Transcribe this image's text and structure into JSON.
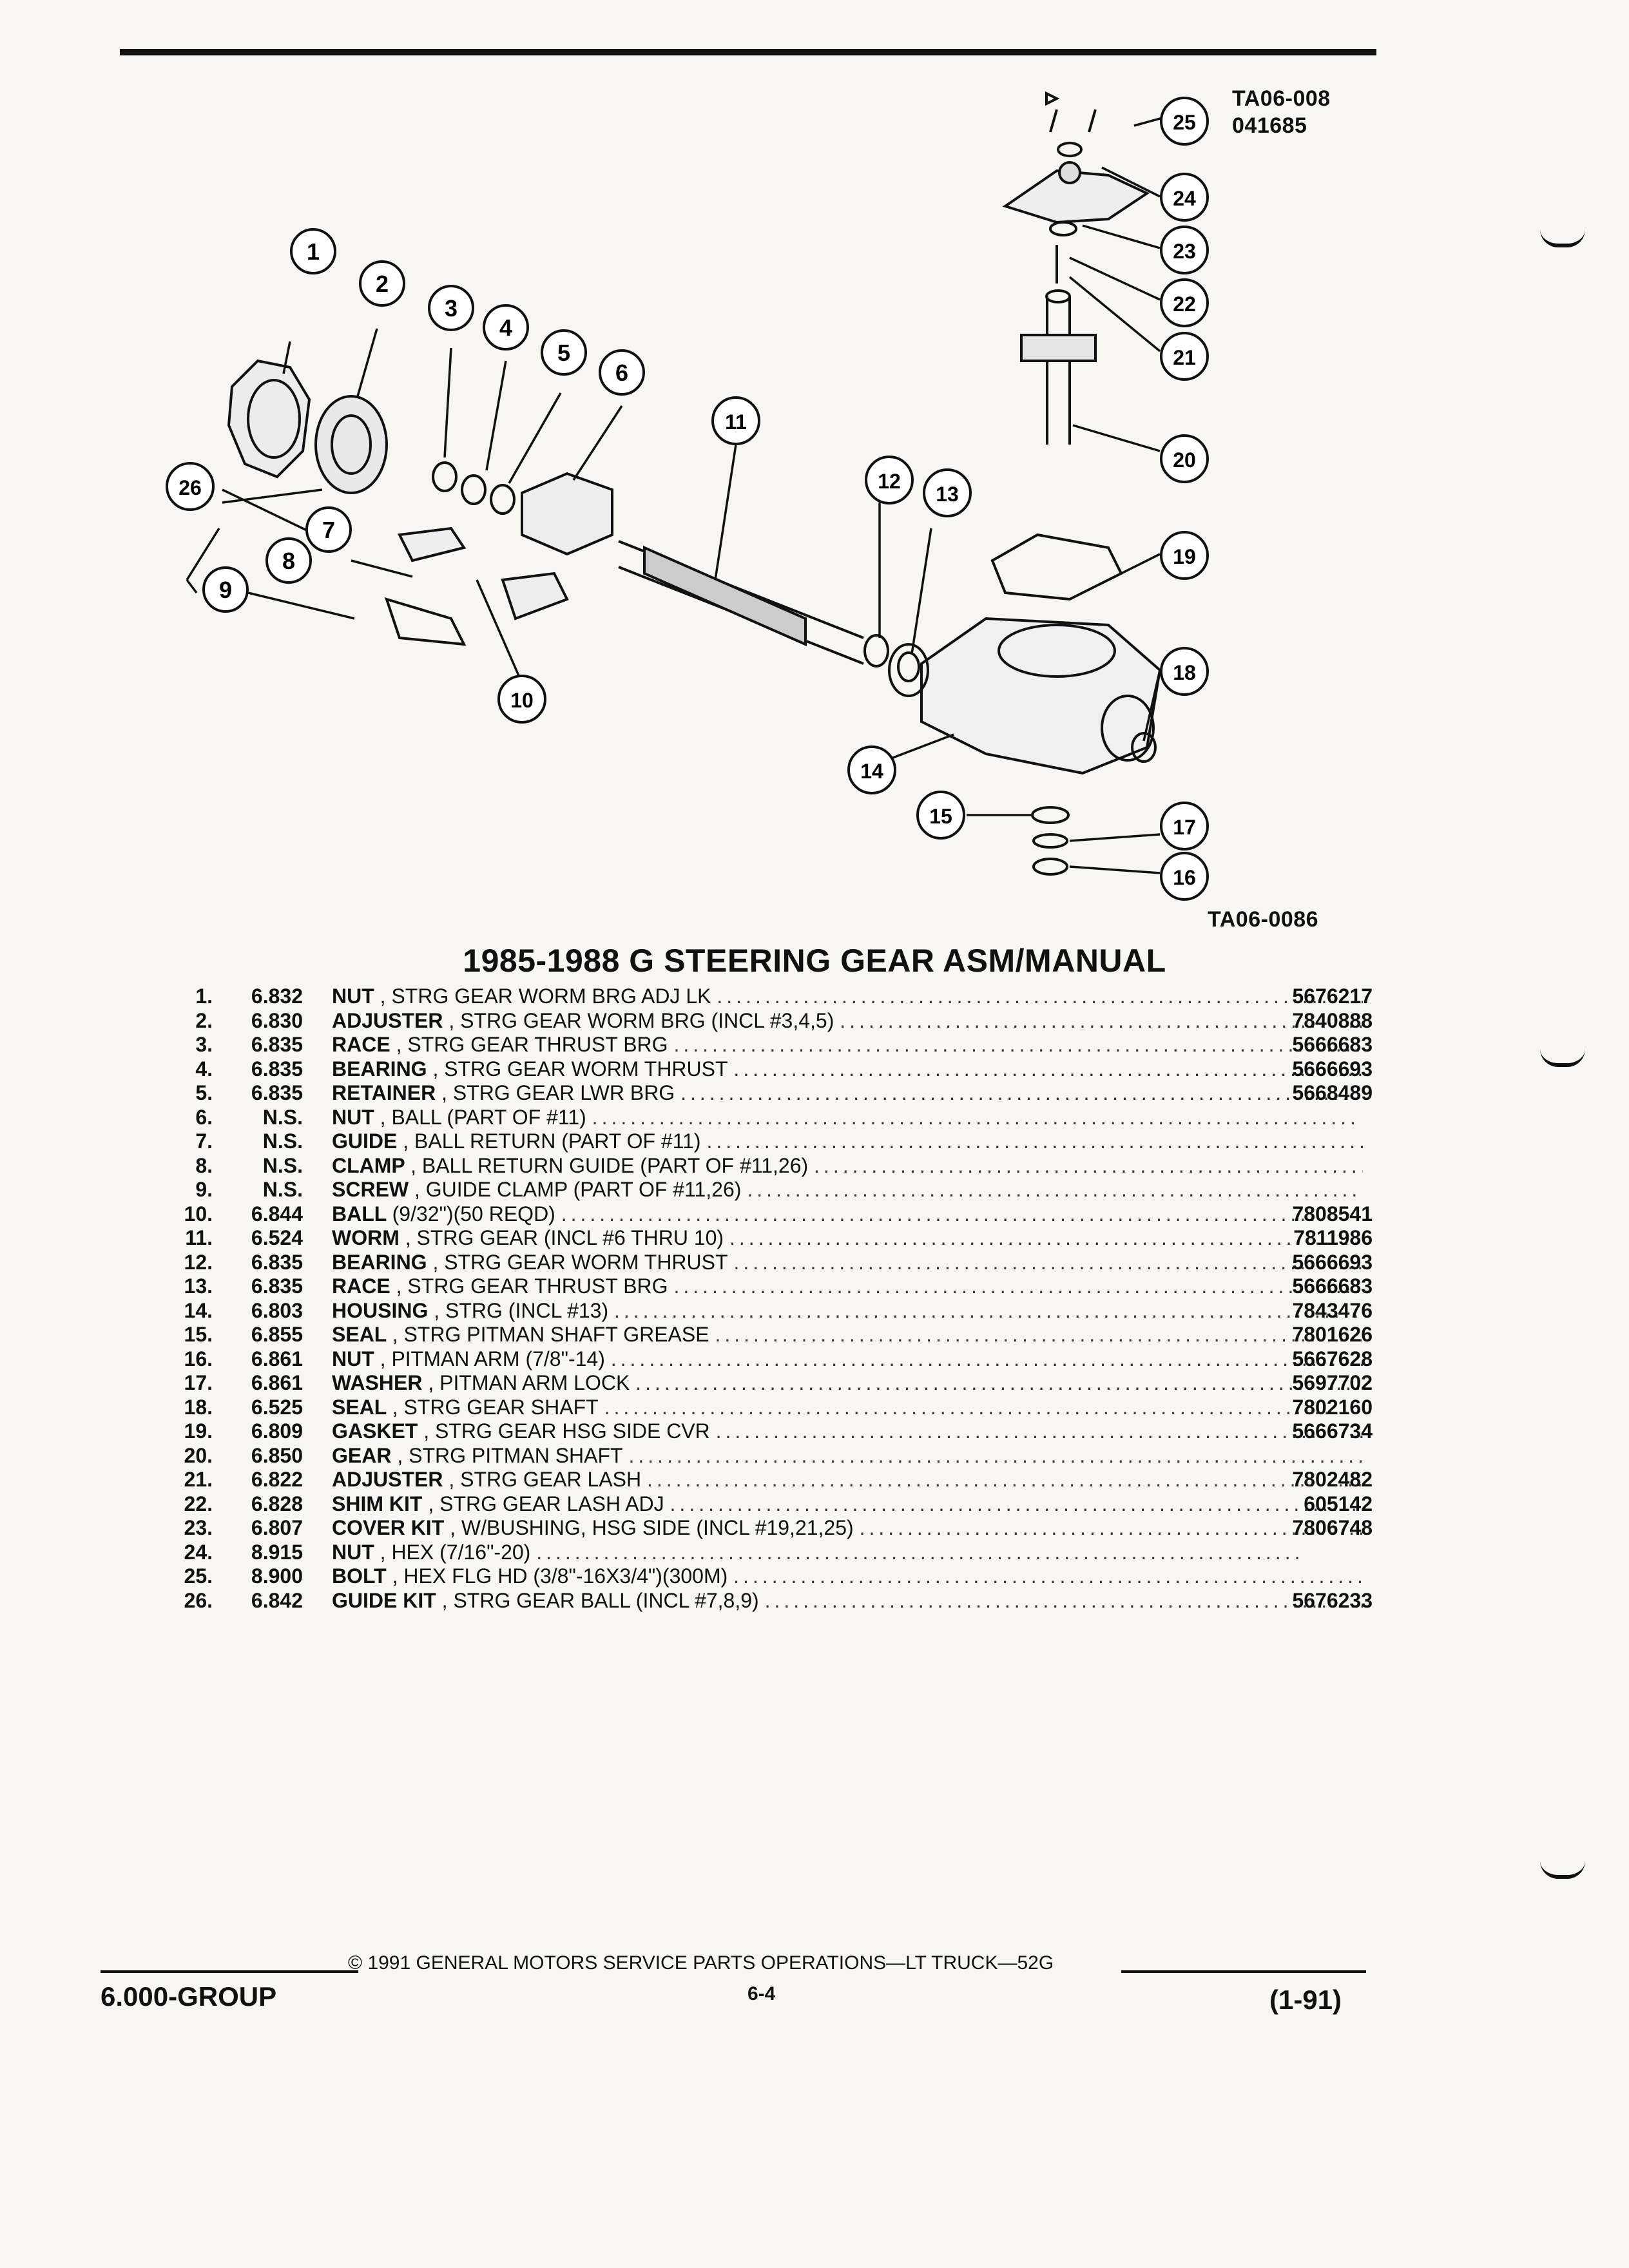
{
  "figure_codes": {
    "top_code": "TA06-008",
    "top_date": "041685",
    "bottom_code": "TA06-0086"
  },
  "title": "1985-1988 G STEERING GEAR ASM/MANUAL",
  "parts": [
    {
      "no": "1.",
      "group": "6.832",
      "name": "NUT",
      "desc": ", STRG GEAR WORM BRG ADJ LK",
      "part_no": "5676217"
    },
    {
      "no": "2.",
      "group": "6.830",
      "name": "ADJUSTER",
      "desc": ", STRG GEAR WORM BRG (INCL #3,4,5)",
      "part_no": "7840888"
    },
    {
      "no": "3.",
      "group": "6.835",
      "name": "RACE",
      "desc": ", STRG GEAR THRUST BRG",
      "part_no": "5666683"
    },
    {
      "no": "4.",
      "group": "6.835",
      "name": "BEARING",
      "desc": ", STRG GEAR WORM THRUST",
      "part_no": "5666693"
    },
    {
      "no": "5.",
      "group": "6.835",
      "name": "RETAINER",
      "desc": ", STRG GEAR LWR BRG",
      "part_no": "5668489"
    },
    {
      "no": "6.",
      "group": "N.S.",
      "name": "NUT",
      "desc": ", BALL (PART OF #11)",
      "part_no": ""
    },
    {
      "no": "7.",
      "group": "N.S.",
      "name": "GUIDE",
      "desc": ", BALL RETURN (PART OF #11)",
      "part_no": ""
    },
    {
      "no": "8.",
      "group": "N.S.",
      "name": "CLAMP",
      "desc": ", BALL RETURN GUIDE (PART OF #11,26)",
      "part_no": ""
    },
    {
      "no": "9.",
      "group": "N.S.",
      "name": "SCREW",
      "desc": ", GUIDE CLAMP (PART OF #11,26)",
      "part_no": ""
    },
    {
      "no": "10.",
      "group": "6.844",
      "name": "BALL",
      "desc": "(9/32\")(50 REQD)",
      "part_no": "7808541"
    },
    {
      "no": "11.",
      "group": "6.524",
      "name": "WORM",
      "desc": ", STRG GEAR (INCL #6 THRU 10)",
      "part_no": "7811986"
    },
    {
      "no": "12.",
      "group": "6.835",
      "name": "BEARING",
      "desc": ", STRG GEAR WORM THRUST",
      "part_no": "5666693"
    },
    {
      "no": "13.",
      "group": "6.835",
      "name": "RACE",
      "desc": ", STRG GEAR THRUST BRG",
      "part_no": "5666683"
    },
    {
      "no": "14.",
      "group": "6.803",
      "name": "HOUSING",
      "desc": ", STRG (INCL #13)",
      "part_no": "7843476"
    },
    {
      "no": "15.",
      "group": "6.855",
      "name": "SEAL",
      "desc": ", STRG PITMAN SHAFT GREASE",
      "part_no": "7801626"
    },
    {
      "no": "16.",
      "group": "6.861",
      "name": "NUT",
      "desc": ", PITMAN ARM (7/8\"-14)",
      "part_no": "5667628"
    },
    {
      "no": "17.",
      "group": "6.861",
      "name": "WASHER",
      "desc": ", PITMAN ARM LOCK",
      "part_no": "5697702"
    },
    {
      "no": "18.",
      "group": "6.525",
      "name": "SEAL",
      "desc": ", STRG GEAR SHAFT",
      "part_no": "7802160"
    },
    {
      "no": "19.",
      "group": "6.809",
      "name": "GASKET",
      "desc": ", STRG GEAR HSG SIDE CVR",
      "part_no": "5666734"
    },
    {
      "no": "20.",
      "group": "6.850",
      "name": "GEAR",
      "desc": ", STRG PITMAN SHAFT",
      "part_no": ""
    },
    {
      "no": "21.",
      "group": "6.822",
      "name": "ADJUSTER",
      "desc": ", STRG GEAR LASH",
      "part_no": "7802482"
    },
    {
      "no": "22.",
      "group": "6.828",
      "name": "SHIM KIT",
      "desc": ", STRG GEAR LASH ADJ",
      "part_no": "605142"
    },
    {
      "no": "23.",
      "group": "6.807",
      "name": "COVER KIT",
      "desc": ", W/BUSHING, HSG SIDE (INCL #19,21,25)",
      "part_no": "7806748"
    },
    {
      "no": "24.",
      "group": "8.915",
      "name": "NUT",
      "desc": ", HEX (7/16\"-20)",
      "part_no": ""
    },
    {
      "no": "25.",
      "group": "8.900",
      "name": "BOLT",
      "desc": ", HEX FLG HD (3/8\"-16X3/4\")(300M)",
      "part_no": ""
    },
    {
      "no": "26.",
      "group": "6.842",
      "name": "GUIDE KIT",
      "desc": ", STRG GEAR BALL (INCL #7,8,9)",
      "part_no": "5676233"
    }
  ],
  "callouts": [
    "1",
    "2",
    "3",
    "4",
    "5",
    "6",
    "7",
    "8",
    "9",
    "10",
    "11",
    "12",
    "13",
    "14",
    "15",
    "16",
    "17",
    "18",
    "19",
    "20",
    "21",
    "22",
    "23",
    "24",
    "25",
    "26"
  ],
  "footer": {
    "group": "6.000-GROUP",
    "copyright": "© 1991 GENERAL MOTORS SERVICE PARTS OPERATIONS—LT TRUCK—52G",
    "page": "6-4",
    "date": "(1-91)"
  }
}
